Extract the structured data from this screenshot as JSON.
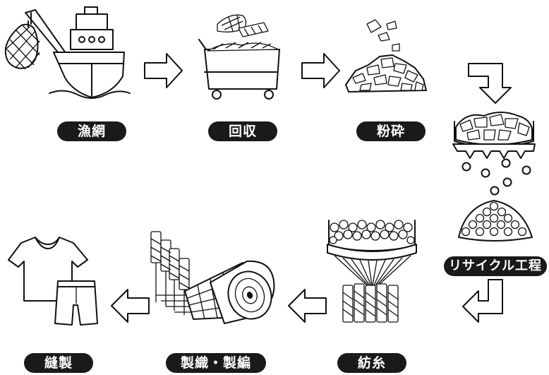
{
  "steps": {
    "fishing_net": "漁網",
    "collection": "回収",
    "crushing": "粉砕",
    "recycle_process": "リサイクル工程",
    "spinning": "紡糸",
    "weaving_knitting": "製織・製編",
    "sewing": "縫製"
  },
  "colors": {
    "ink": "#111111",
    "label_bg": "#1a1a1a",
    "label_text": "#ffffff"
  },
  "flow_direction_icons": [
    "arrow-right-icon",
    "arrow-right-icon",
    "arrow-down-turn-icon",
    "arrow-return-left-icon",
    "arrow-left-icon",
    "arrow-left-icon"
  ]
}
